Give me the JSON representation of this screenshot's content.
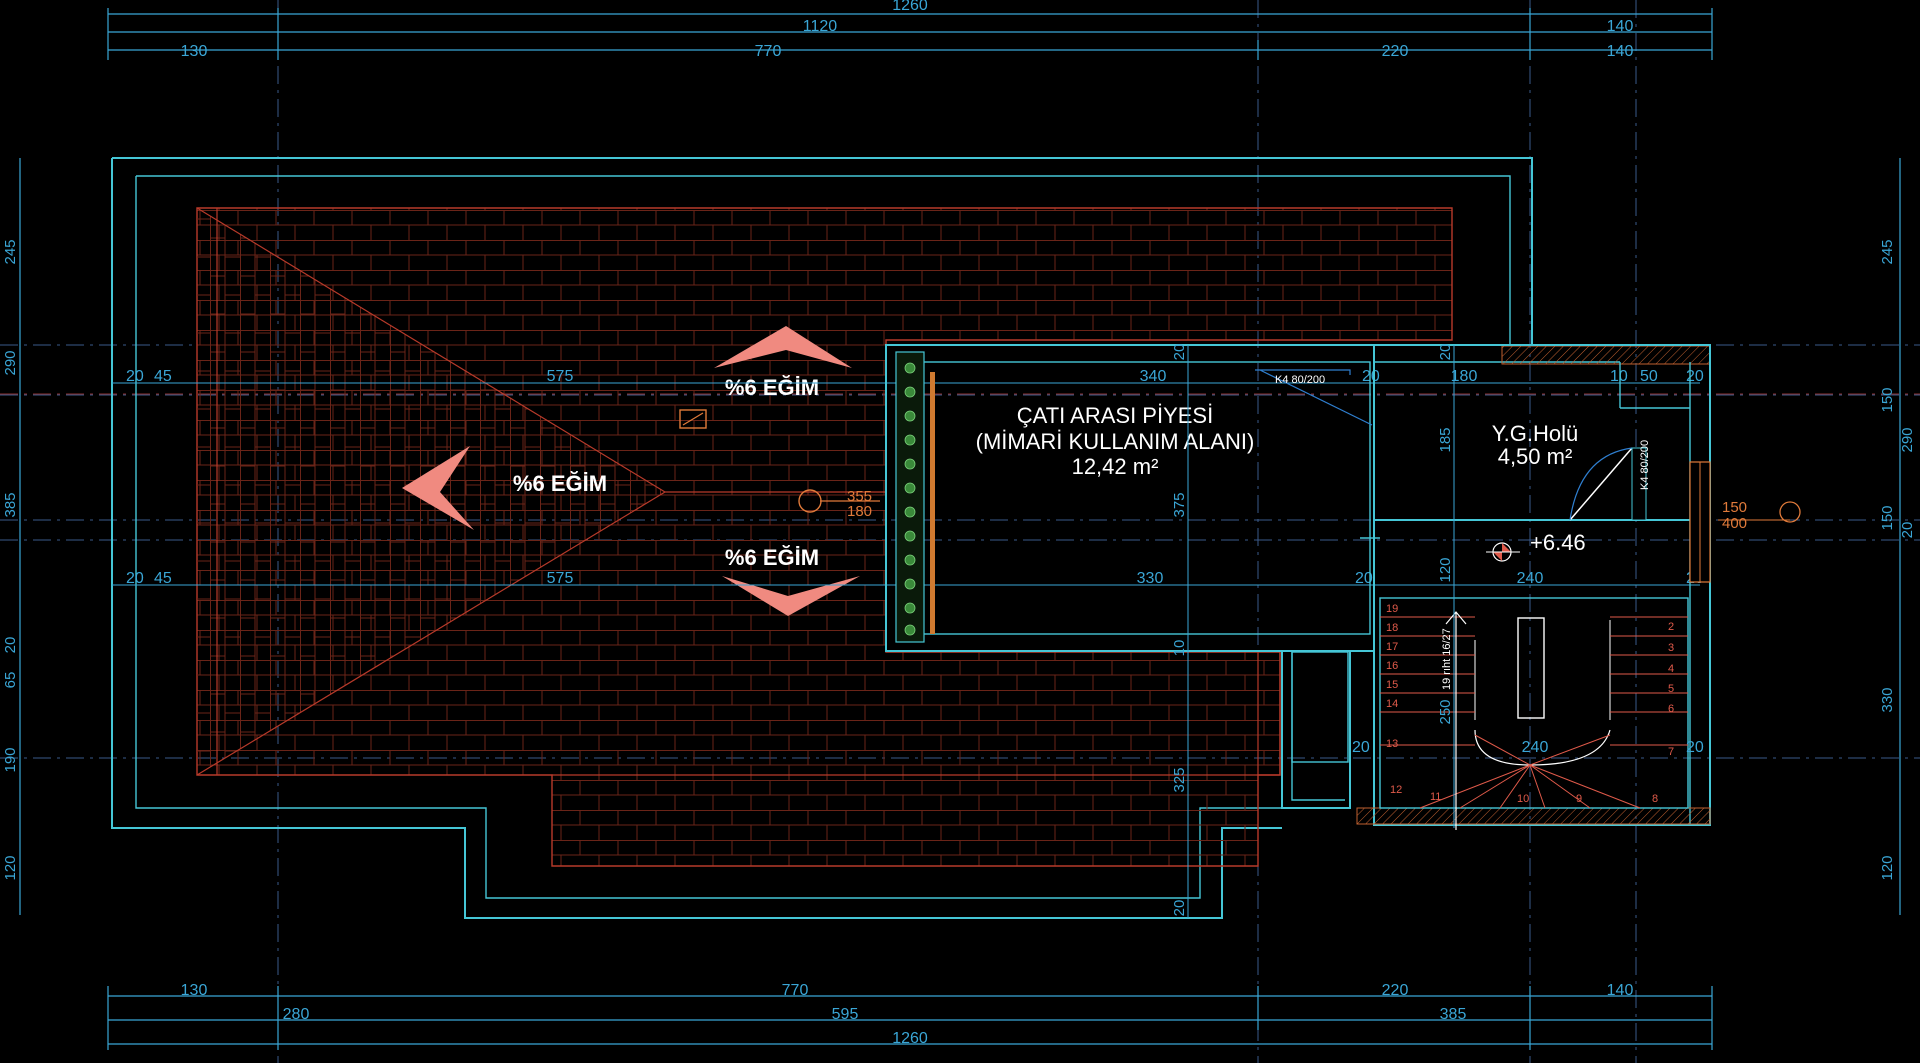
{
  "dims_top": {
    "overall": "1260",
    "a_1120": "1120",
    "a_140": "140",
    "b_130": "130",
    "b_770": "770",
    "b_220": "220",
    "b_140": "140"
  },
  "dims_bottom": {
    "c_130": "130",
    "c_770": "770",
    "c_220": "220",
    "c_140": "140",
    "d_280": "280",
    "d_595": "595",
    "d_385": "385",
    "overall": "1260"
  },
  "dims_left": [
    "245",
    "290",
    "385",
    "20",
    "65",
    "190",
    "120"
  ],
  "dims_right": [
    "245",
    "150",
    "290",
    "150",
    "20",
    "330",
    "120"
  ],
  "dims_inner": {
    "r1_20": "20",
    "r1_45": "45",
    "r1_575": "575",
    "r1_340": "340",
    "r1_20b": "20",
    "r1_180": "180",
    "r1_10": "10",
    "r1_50": "50",
    "r1_20c": "20",
    "r2_20": "20",
    "r2_45": "45",
    "r2_575": "575",
    "r2_330": "330",
    "r2_20b": "20",
    "r2_240": "240",
    "r2_20c": "20",
    "v_20": "20",
    "v_375": "375",
    "v_185": "185",
    "v_120": "120",
    "v_10": "10",
    "v_250": "250",
    "v_325": "325",
    "v_20b": "20",
    "v_20c": "20",
    "stair_240": "240",
    "stair_20l": "20",
    "stair_20r": "20",
    "door_right_top": "150",
    "door_right_bot": "400"
  },
  "labels": {
    "slope_top": "%6 EĞİM",
    "slope_left": "%6 EĞİM",
    "slope_bottom": "%6 EĞİM",
    "room1_name": "ÇATI ARASI PİYESİ",
    "room1_use": "(MİMARİ KULLANIM ALANI)",
    "room1_area": "12,42 m²",
    "room2_name": "Y.G.Holü",
    "room2_area": "4,50 m²",
    "level": "+6.46",
    "window_tag": "K4 80/200",
    "door_tag": "K4 80/200",
    "stair_tag": "19 rıht 16/27",
    "chimney_top": "355",
    "chimney_bot": "180"
  },
  "stairs": {
    "left_steps": [
      "19",
      "18",
      "17",
      "16",
      "15",
      "14",
      "13",
      "12"
    ],
    "bottom_steps": [
      "11",
      "10",
      "9",
      "8"
    ],
    "right_steps": [
      "2",
      "3",
      "4",
      "5",
      "6",
      "7"
    ]
  },
  "colors": {
    "dimension": "#3aa6d6",
    "wall": "#45c6d6",
    "roof": "#b83a2a",
    "arrow": "#f08a80",
    "text": "#ffffff"
  }
}
